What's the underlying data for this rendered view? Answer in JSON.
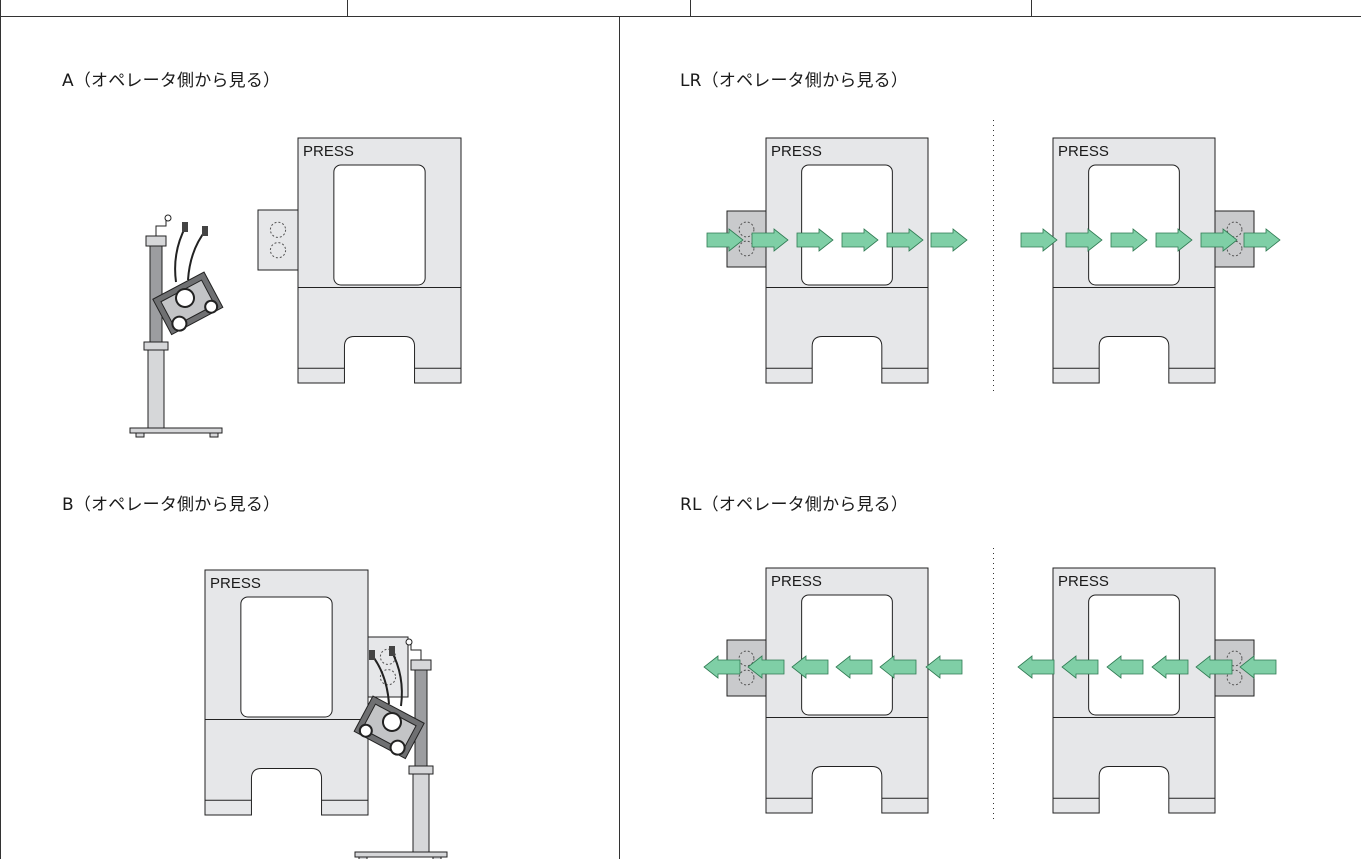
{
  "page": {
    "panels": [
      {
        "id": "A",
        "title": "A（オペレータ側から見る）"
      },
      {
        "id": "LR",
        "title": "LR（オペレータ側から見る）"
      },
      {
        "id": "B",
        "title": "B（オペレータ側から見る）"
      },
      {
        "id": "RL",
        "title": "RL（オペレータ側から見る）"
      }
    ],
    "press_label": "PRESS"
  },
  "colors": {
    "press_fill": "#e6e7e9",
    "unit_fill": "#c9cacc",
    "arrow_fill": "#7fcfa6",
    "line": "#222222"
  }
}
